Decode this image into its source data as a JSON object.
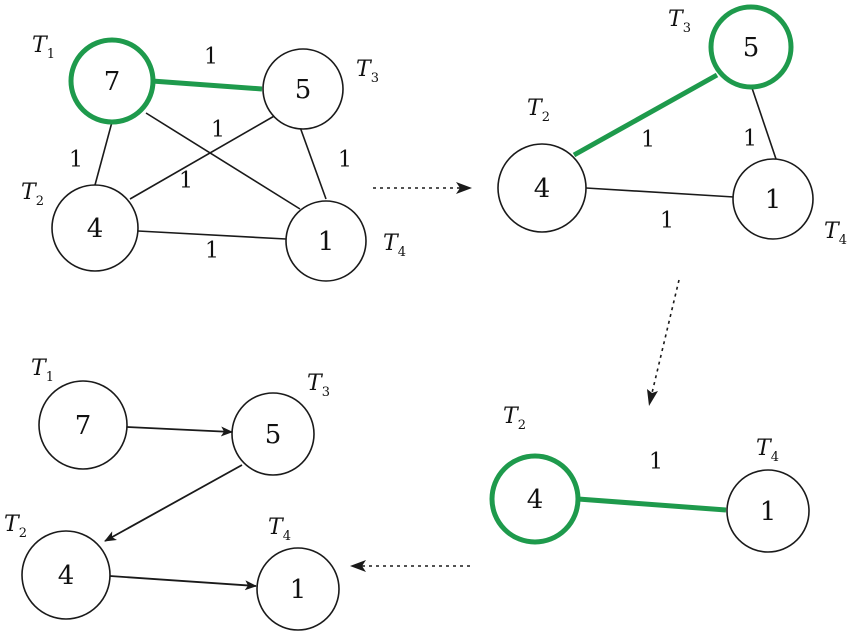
{
  "colors": {
    "highlight": "#1e9a4c",
    "stroke": "#1a1a1a"
  },
  "panel_a": {
    "t1": {
      "letter": "T",
      "sub": "1",
      "value": "7"
    },
    "t3": {
      "letter": "T",
      "sub": "3",
      "value": "5"
    },
    "t2": {
      "letter": "T",
      "sub": "2",
      "value": "4"
    },
    "t4": {
      "letter": "T",
      "sub": "4",
      "value": "1"
    },
    "weights": {
      "t1_t3": "1",
      "t1_t2": "1",
      "t1_t4": "1",
      "t3_t2": "1",
      "t3_t4": "1",
      "t2_t4": "1"
    }
  },
  "panel_b": {
    "t3": {
      "letter": "T",
      "sub": "3",
      "value": "5"
    },
    "t2": {
      "letter": "T",
      "sub": "2",
      "value": "4"
    },
    "t4": {
      "letter": "T",
      "sub": "4",
      "value": "1"
    },
    "weights": {
      "t2_t3": "1",
      "t3_t4": "1",
      "t2_t4": "1"
    }
  },
  "panel_c": {
    "t2": {
      "letter": "T",
      "sub": "2",
      "value": "4"
    },
    "t4": {
      "letter": "T",
      "sub": "4",
      "value": "1"
    },
    "weights": {
      "t2_t4": "1"
    }
  },
  "panel_d": {
    "t1": {
      "letter": "T",
      "sub": "1",
      "value": "7"
    },
    "t3": {
      "letter": "T",
      "sub": "3",
      "value": "5"
    },
    "t2": {
      "letter": "T",
      "sub": "2",
      "value": "4"
    },
    "t4": {
      "letter": "T",
      "sub": "4",
      "value": "1"
    }
  }
}
